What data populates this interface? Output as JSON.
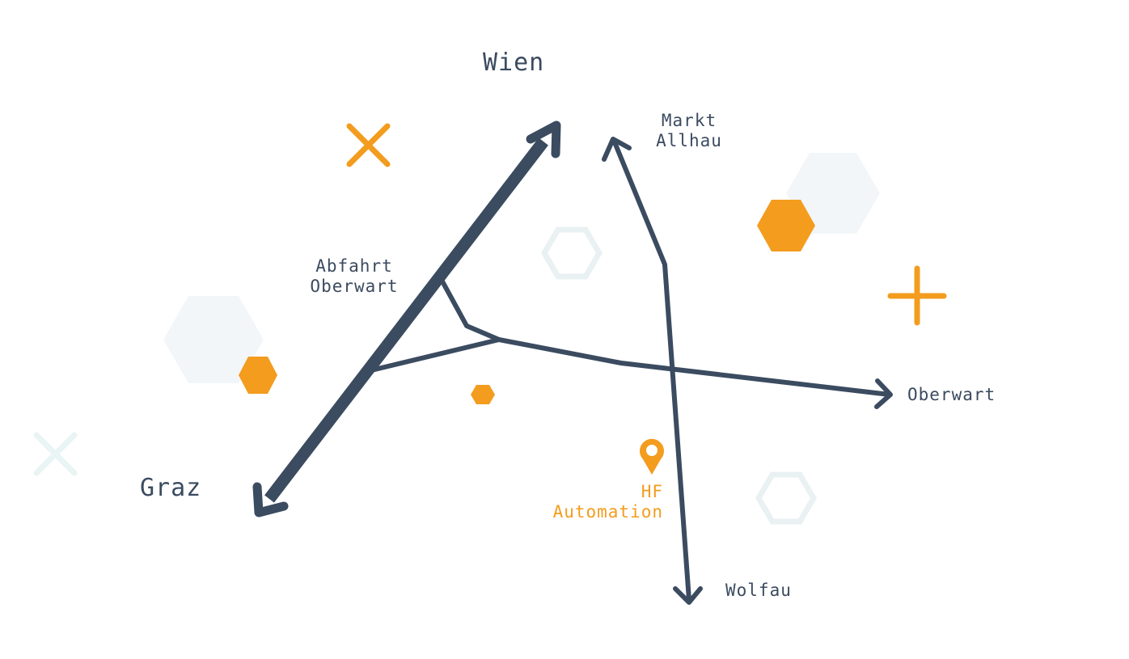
{
  "colors": {
    "road": "#3b4b60",
    "accent": "#f39c1e",
    "hex_light": "#f2f6f8",
    "hex_outline": "#e9f1f3",
    "cross_light": "#e9f4f4",
    "background": "#ffffff"
  },
  "places": {
    "wien": "Wien",
    "graz": "Graz",
    "markt_allhau": "Markt\nAllhau",
    "abfahrt_oberwart": "Abfahrt\nOberwart",
    "oberwart": "Oberwart",
    "wolfau": "Wolfau"
  },
  "location": {
    "icon": "map-pin-icon",
    "name": "HF\nAutomation"
  },
  "icons": {
    "decoration_cross": "close-icon",
    "decoration_plus": "plus-icon",
    "decoration_hexagon": "hexagon-icon"
  }
}
